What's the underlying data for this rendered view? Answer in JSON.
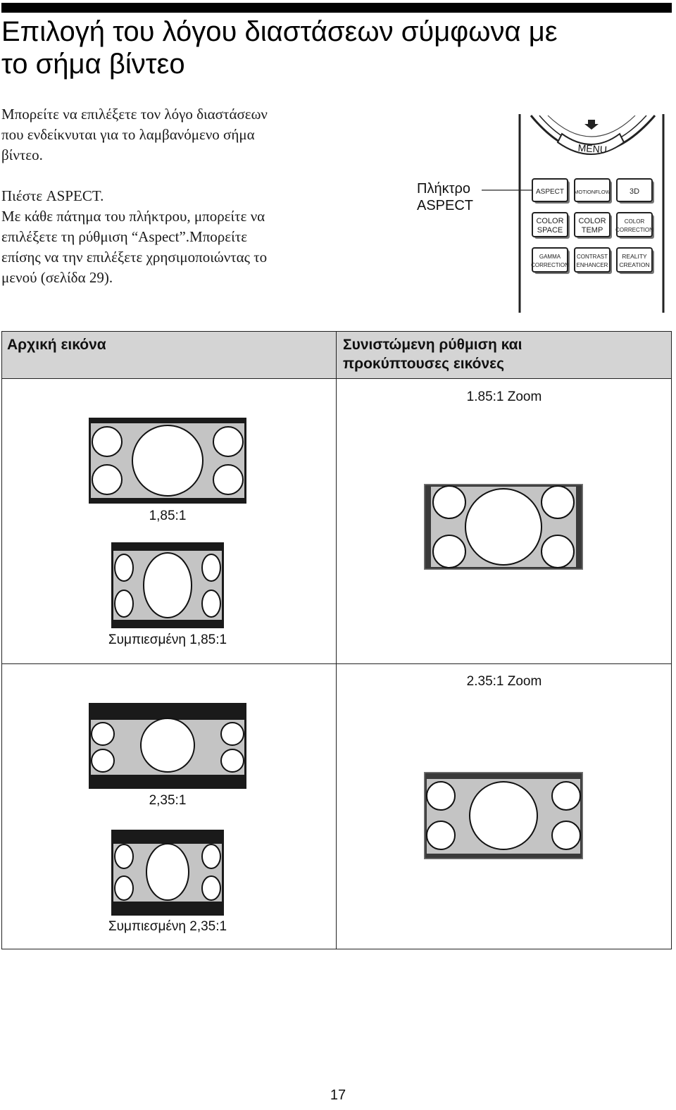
{
  "title": {
    "line1": "Επιλογή του λόγου διαστάσεων σύμφωνα με",
    "line2": "το σήμα βίντεο"
  },
  "intro": {
    "line1": "Μπορείτε να επιλέξετε τον λόγο διαστάσεων",
    "line2": "που ενδείκνυται για το λαμβανόμενο σήμα",
    "line3": "βίντεο."
  },
  "step": {
    "line1": "Πιέστε ASPECT.",
    "line2": "Με κάθε πάτημα του πλήκτρου, μπορείτε να",
    "line3": "επιλέξετε τη ρύθμιση “Aspect”.Μπορείτε",
    "line4": "επίσης να την επιλέξετε χρησιμοποιώντας το",
    "line5": "μενού (σελίδα 29)."
  },
  "callout": {
    "line1": "Πλήκτρο",
    "line2": "ASPECT"
  },
  "remote": {
    "menu_label": "MENU",
    "buttons": [
      {
        "l1": "ASPECT",
        "l2": ""
      },
      {
        "l1": "MOTIONFLOW",
        "l2": ""
      },
      {
        "l1": "3D",
        "l2": ""
      },
      {
        "l1": "COLOR",
        "l2": "SPACE"
      },
      {
        "l1": "COLOR",
        "l2": "TEMP"
      },
      {
        "l1": "COLOR",
        "l2": "CORRECTION"
      },
      {
        "l1": "GAMMA",
        "l2": "CORRECTION"
      },
      {
        "l1": "CONTRAST",
        "l2": "ENHANCER"
      },
      {
        "l1": "REALITY",
        "l2": "CREATION"
      }
    ]
  },
  "table": {
    "header_left": "Αρχική εικόνα",
    "header_right_line1": "Συνιστώμενη ρύθμιση και",
    "header_right_line2": "προκύπτουσες εικόνες",
    "rows": [
      {
        "originals": [
          {
            "label": "1,85:1"
          },
          {
            "label": "Συμπιεσμένη 1,85:1"
          }
        ],
        "result_label": "1.85:1 Zoom"
      },
      {
        "originals": [
          {
            "label": "2,35:1"
          },
          {
            "label": "Συμπιεσμένη 2,35:1"
          }
        ],
        "result_label": "2.35:1 Zoom"
      }
    ]
  },
  "page_number": "17"
}
